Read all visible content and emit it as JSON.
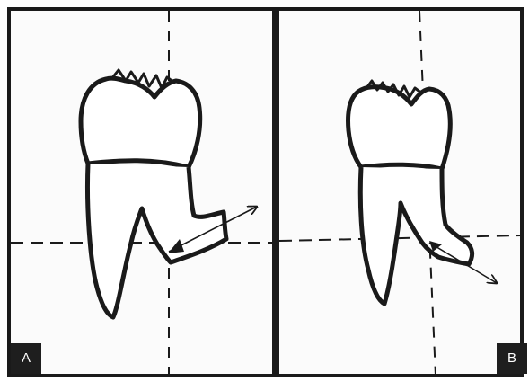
{
  "panels": [
    {
      "id": "A",
      "label": "A"
    },
    {
      "id": "B",
      "label": "B"
    }
  ],
  "colors": {
    "ink": "#1a1a1a",
    "label_bg": "#1e1e1e",
    "label_text": "#ffffff",
    "paper": "#fdfdfd"
  }
}
